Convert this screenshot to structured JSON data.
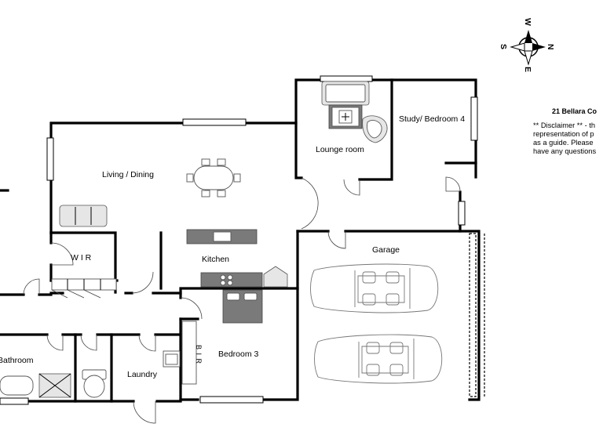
{
  "rooms": {
    "lounge": "Lounge room",
    "study": "Study/ Bedroom 4",
    "living": "Living / Dining",
    "wir": "W I R",
    "kitchen": "Kitchen",
    "garage": "Garage",
    "bathroom": "Bathroom",
    "laundry": "Laundry",
    "bed3": "Bedroom 3",
    "bir": "B I R"
  },
  "compass": {
    "n": "N",
    "s": "S",
    "e": "E",
    "w": "W"
  },
  "address": "21 Bellara Co",
  "disclaimer": [
    "** Disclaimer ** - th",
    "representation of p",
    "as a guide. Please ",
    "have any questions"
  ]
}
